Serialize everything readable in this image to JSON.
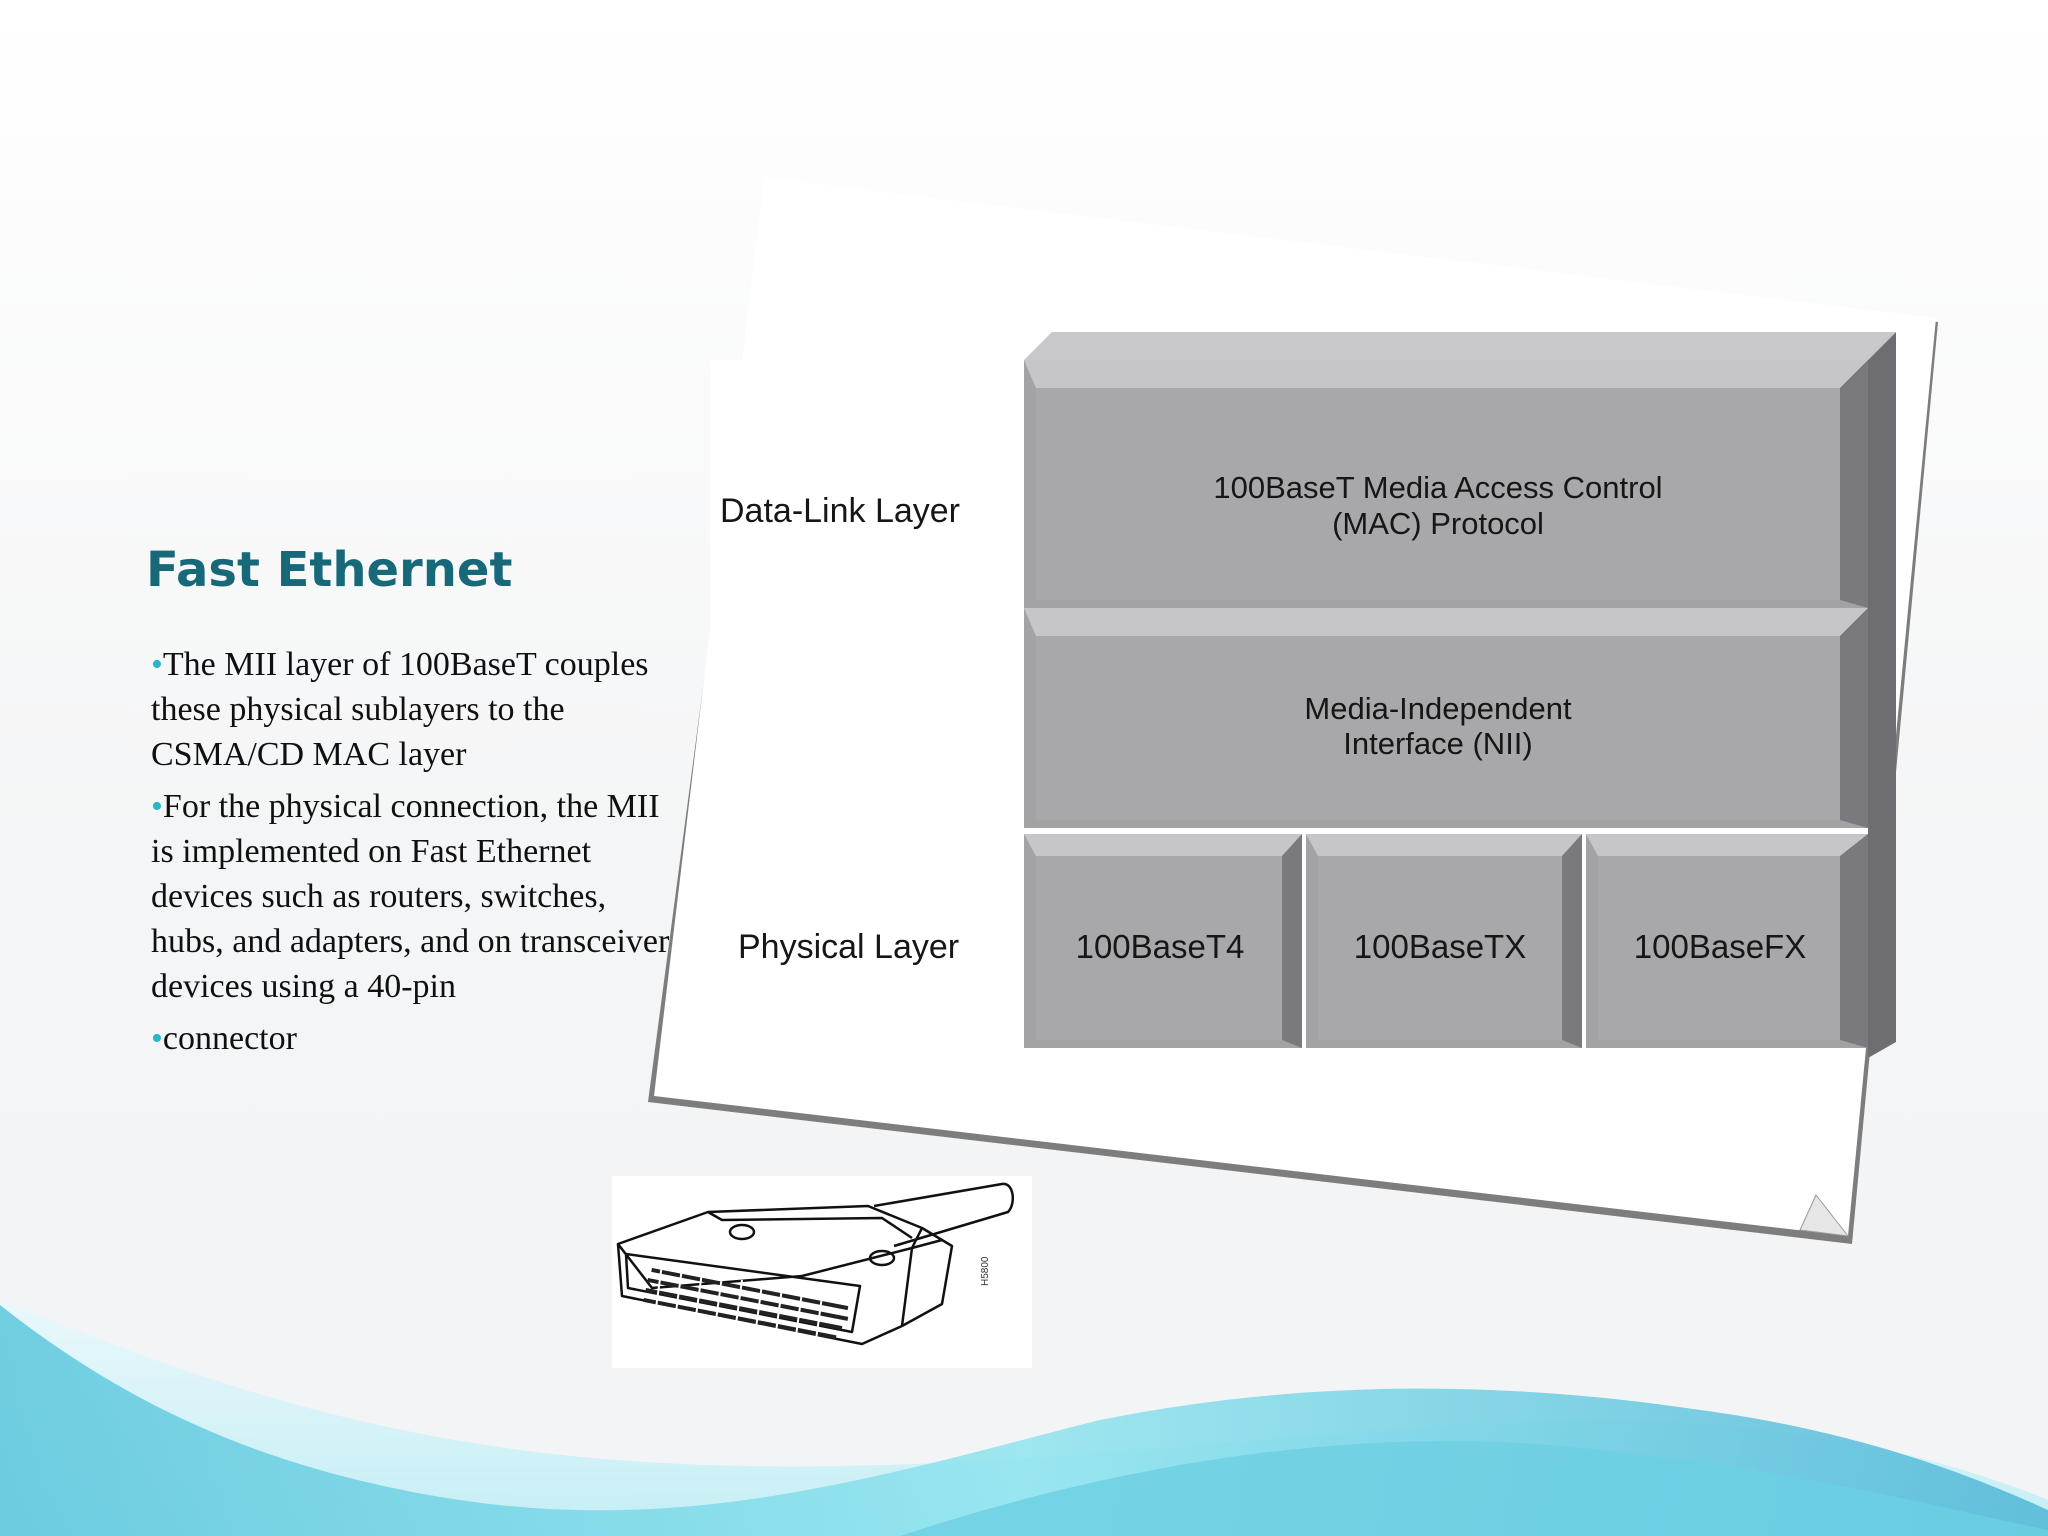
{
  "slide": {
    "title": "Fast Ethernet",
    "bullets": [
      "The MII layer of 100BaseT couples these physical sublayers to the CSMA/CD MAC layer",
      "For the physical connection, the MII is implemented on Fast Ethernet devices such as routers, switches, hubs, and adapters, and on transceiver devices using a 40-pin",
      "connector"
    ],
    "bullet_glyph": "•"
  },
  "diagram": {
    "left_labels": {
      "data_link": "Data-Link Layer",
      "physical": "Physical Layer"
    },
    "blocks": {
      "mac_line1": "100BaseT Media Access Control",
      "mac_line2": "(MAC) Protocol",
      "mii_line1": "Media-Independent",
      "mii_line2": "Interface (NII)",
      "phy1": "100BaseT4",
      "phy2": "100BaseTX",
      "phy3": "100BaseFX"
    }
  },
  "connector_image": {
    "serial_text": "H5800"
  },
  "colors": {
    "title": "#17697a",
    "bullet": "#29b6c8",
    "block_face": "#a8a8aa",
    "block_top": "#c8c8ca",
    "block_side": "#6e6e72",
    "wave_light": "#8ee3ee",
    "wave_mid": "#4fc3da"
  }
}
